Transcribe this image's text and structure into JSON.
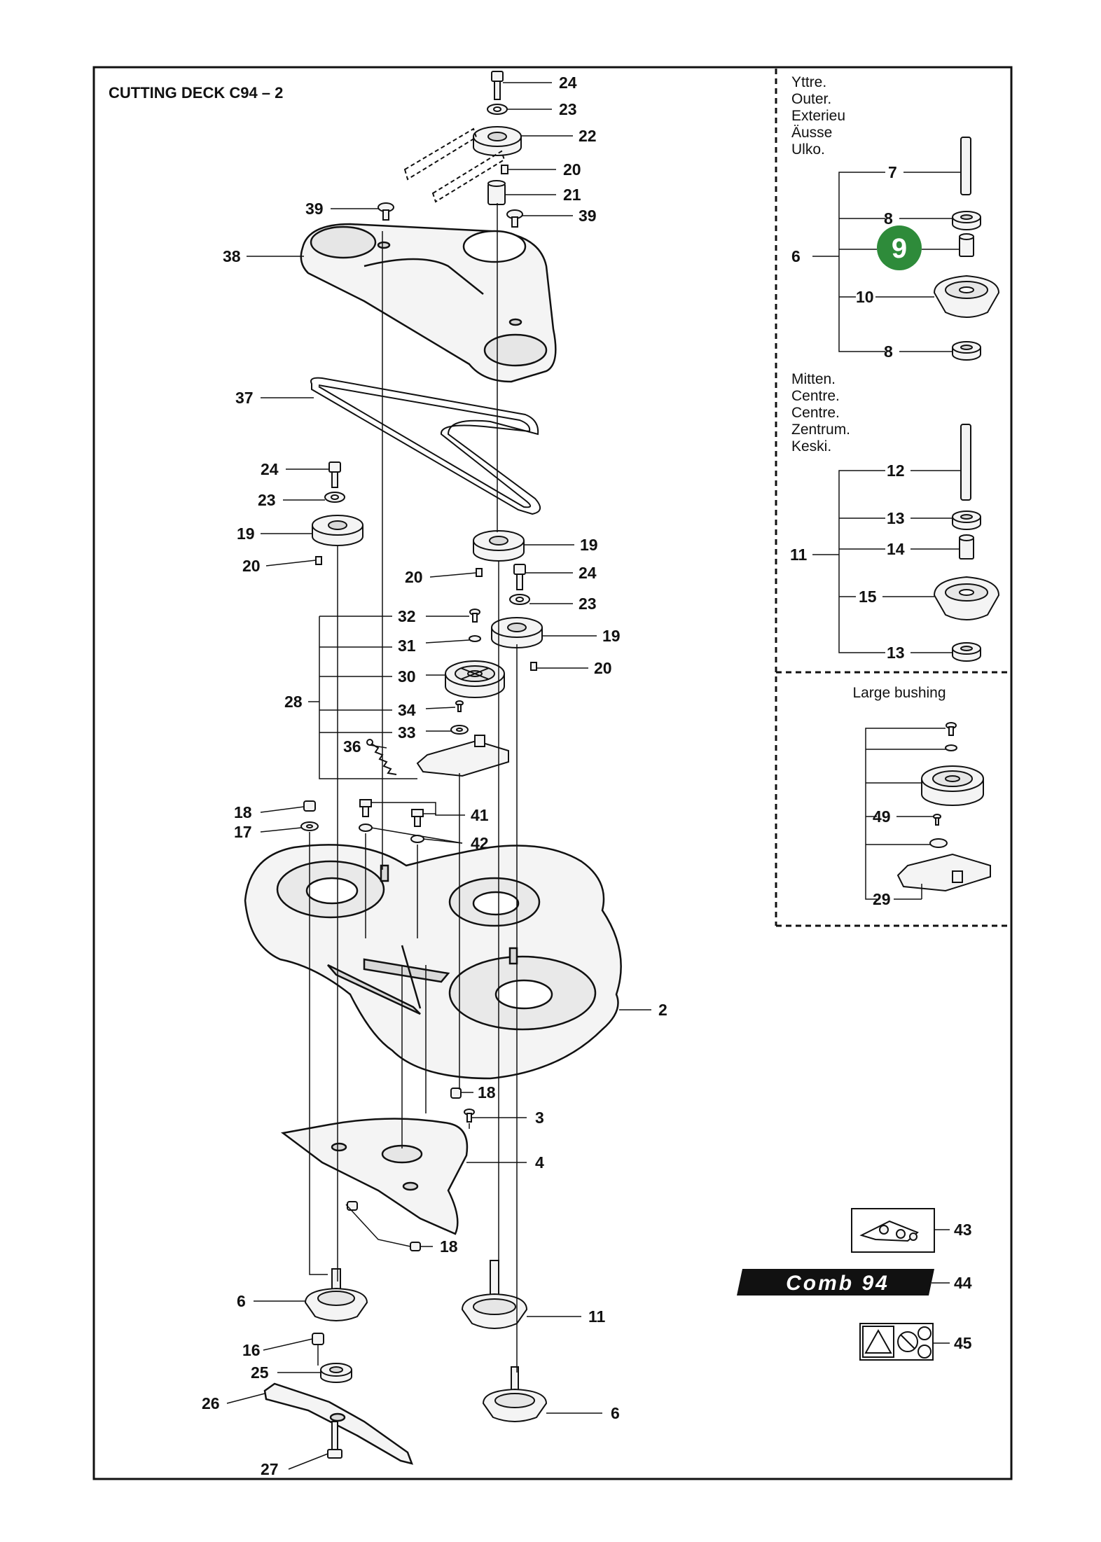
{
  "title": "CUTTING DECK C94 – 2",
  "outer_group": [
    "Yttre.",
    "Outer.",
    "Exterieu",
    "Äusse",
    "Ulko."
  ],
  "centre_group": [
    "Mitten.",
    "Centre.",
    "Centre.",
    "Zentrum.",
    "Keski."
  ],
  "large_bushing_label": "Large bushing",
  "highlight": {
    "number": "9",
    "color": "#2e8b3a"
  },
  "logo_text": "Comb 94",
  "colors": {
    "line": "#111111",
    "part_fill": "#f4f4f4",
    "part_shade": "#d9d9d9",
    "logo_bg": "#111111"
  },
  "callouts": {
    "c24a": "24",
    "c23a": "23",
    "c22": "22",
    "c20a": "20",
    "c21": "21",
    "c39a": "39",
    "c39b": "39",
    "c38": "38",
    "c37": "37",
    "c24b": "24",
    "c23b": "23",
    "c19a": "19",
    "c20b": "20",
    "c19b": "19",
    "c20c": "20",
    "c24c": "24",
    "c23c": "23",
    "c19c": "19",
    "c20d": "20",
    "c32": "32",
    "c31": "31",
    "c30": "30",
    "c28": "28",
    "c34": "34",
    "c33": "33",
    "c36": "36",
    "c18a": "18",
    "c17": "17",
    "c41": "41",
    "c42": "42",
    "c2": "2",
    "c18b": "18",
    "c3": "3",
    "c4": "4",
    "c18c": "18",
    "c6a": "6",
    "c16": "16",
    "c25": "25",
    "c26": "26",
    "c27": "27",
    "c11": "11",
    "c6b": "6",
    "o7": "7",
    "o8a": "8",
    "o6": "6",
    "o10": "10",
    "o8b": "8",
    "m12": "12",
    "m13a": "13",
    "m11": "11",
    "m14": "14",
    "m15": "15",
    "m13b": "13",
    "b49": "49",
    "b29": "29",
    "c43": "43",
    "c44": "44",
    "c45": "45"
  }
}
